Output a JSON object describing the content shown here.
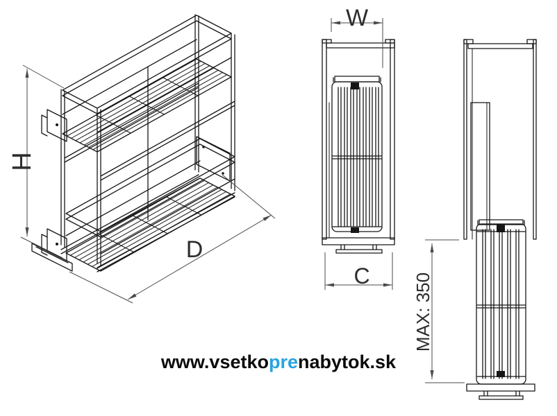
{
  "drawing": {
    "type": "technical-drawing",
    "subject": "two-tier pull-out wire basket for cabinet",
    "isometric": {
      "height_label": "H",
      "depth_label": "D"
    },
    "front": {
      "width_label": "W",
      "cabinet_width_label": "C"
    },
    "side": {
      "max_pullout_label": "MAX: 350"
    }
  },
  "watermark": {
    "part1": "www.vsetko",
    "part2": "pre",
    "part3": "nabytok.sk"
  },
  "colors": {
    "line": "#161616",
    "dimension": "#4a4a4a",
    "accent": "#29a3dd",
    "background": "#ffffff"
  }
}
